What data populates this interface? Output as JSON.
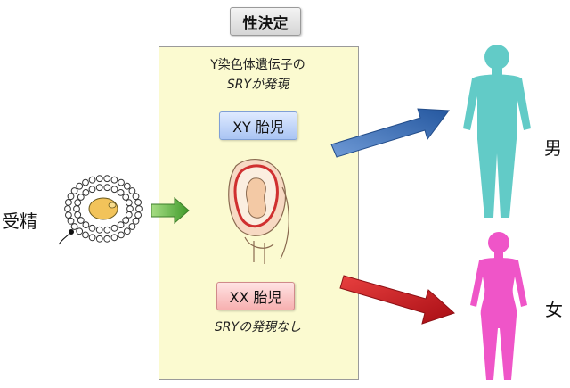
{
  "title": "性決定",
  "panel": {
    "y_caption_line1": "Y染色体遺伝子の",
    "y_caption_line2": "SRYが発現",
    "xy_label": "XY 胎児",
    "xx_label": "XX 胎児",
    "no_sry_caption": "SRYの発現なし"
  },
  "left_label": "受精",
  "outcomes": {
    "male": "男",
    "female": "女"
  },
  "colors": {
    "panel_bg": "#fbfad0",
    "arrow_green": "#5cb33f",
    "arrow_blue": "#3d6fb2",
    "arrow_red": "#d0121b",
    "male_figure": "#62cbc7",
    "female_figure": "#ef55c8",
    "egg": "#f2c35a"
  }
}
